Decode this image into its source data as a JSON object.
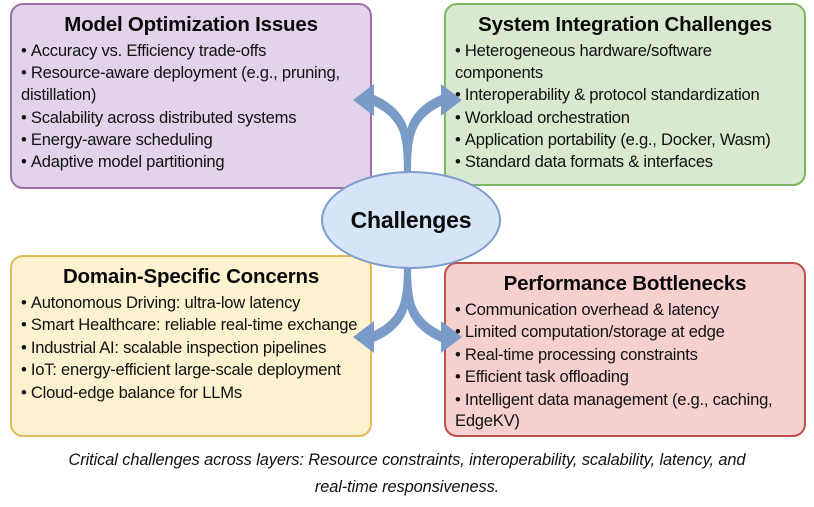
{
  "diagram": {
    "center": {
      "label": "Challenges",
      "fill": "#D6E4F7",
      "stroke": "#7C9DCB"
    },
    "arrow_color": "#7A9BC8",
    "boxes": [
      {
        "id": "model-optimization",
        "title": "Model Optimization Issues",
        "fill": "#E2D3EA",
        "stroke": "#9E6FA8",
        "bullets": [
          "Accuracy vs. Efficiency trade-offs",
          "Resource-aware deployment (e.g., pruning, distillation)",
          "Scalability across distributed systems",
          "Energy-aware scheduling",
          "Adaptive model partitioning"
        ]
      },
      {
        "id": "system-integration",
        "title": "System Integration Challenges",
        "fill": "#D9E9D0",
        "stroke": "#7EB762",
        "bullets": [
          "Heterogeneous hardware/software components",
          "Interoperability & protocol standardization",
          "Workload orchestration",
          "Application portability (e.g., Docker, Wasm)",
          "Standard data formats & interfaces"
        ]
      },
      {
        "id": "domain-specific",
        "title": "Domain-Specific Concerns",
        "fill": "#FCF2D0",
        "stroke": "#E3BA58",
        "bullets": [
          "Autonomous Driving: ultra-low latency",
          "Smart Healthcare: reliable real-time exchange",
          "Industrial AI: scalable inspection pipelines",
          "IoT: energy-efficient large-scale deployment",
          "Cloud-edge balance for LLMs"
        ]
      },
      {
        "id": "performance",
        "title": "Performance Bottlenecks",
        "fill": "#F6CFCF",
        "stroke": "#C0504D",
        "bullets": [
          "Communication overhead & latency",
          "Limited computation/storage at edge",
          "Real-time processing constraints",
          "Efficient task offloading",
          "Intelligent data management (e.g., caching, EdgeKV)"
        ]
      }
    ],
    "caption": "Critical challenges across layers: Resource constraints, interoperability, scalability, latency, and real-time responsiveness."
  }
}
